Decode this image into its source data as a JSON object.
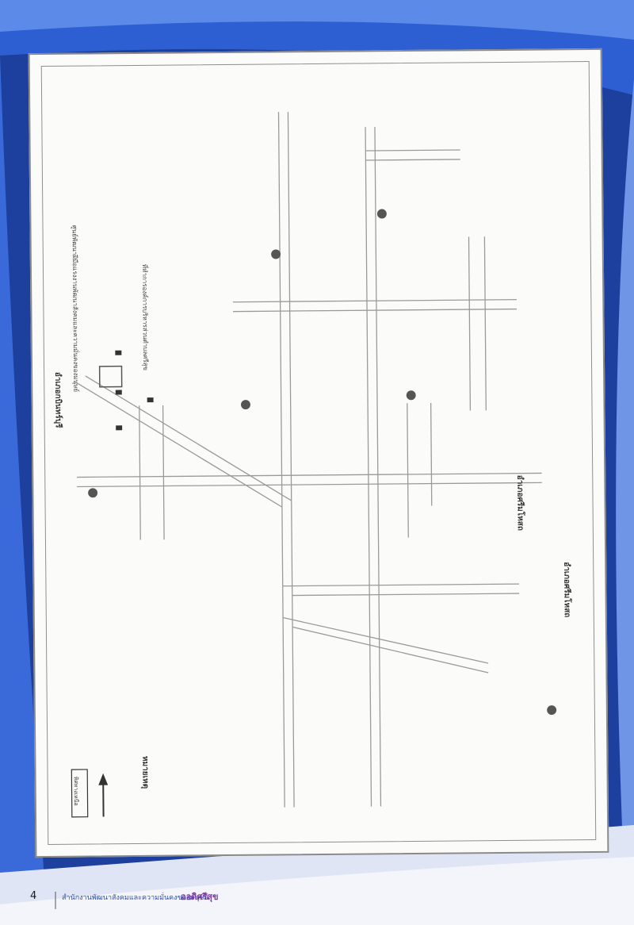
{
  "page": {
    "number": "4"
  },
  "footer": {
    "text": "สำนักงานพัฒนาสังคมและความมั่นคงของมนุษย์",
    "brand": "ออดิศรีสุข"
  },
  "legend": {
    "heading": "หมายเหตุ",
    "box_label": "ทิศทางเหนือ"
  },
  "labels": {
    "kabin_buri": "อำเภอกบินทร์บุรี",
    "sa_kaeo_top": "อำเภอศรีมโหสถ",
    "sa_kaeo_bottom": "อำเภอศรีมโหสถ",
    "center_1": "ศูนย์พัฒนาฝีมือแรงงานพัฒนาสังคมและความมั่นคงของมนุษย์",
    "center_2": "ที่ทำการองค์การบริหารส่วนตำบลศรีสุข"
  },
  "colors": {
    "background": "#1d3f9e",
    "paper": "#fbfbf9",
    "road": "#9a9a9a",
    "accent": "#7a3aa0"
  }
}
